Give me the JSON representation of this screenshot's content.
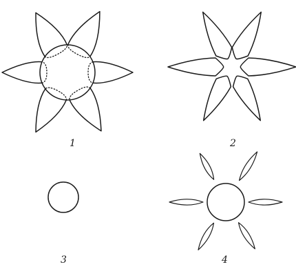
{
  "figure": {
    "panels": [
      {
        "label": "1",
        "description_kind": "disc-with-six-petals-and-dotted-bases"
      },
      {
        "label": "2",
        "description_kind": "six-detached-petals"
      },
      {
        "label": "3",
        "description_kind": "bare-disc"
      },
      {
        "label": "4",
        "description_kind": "disc-with-six-slender-detached-petals"
      }
    ]
  },
  "colors": {
    "ink": "#1a1a1a",
    "background": "#ffffff"
  }
}
